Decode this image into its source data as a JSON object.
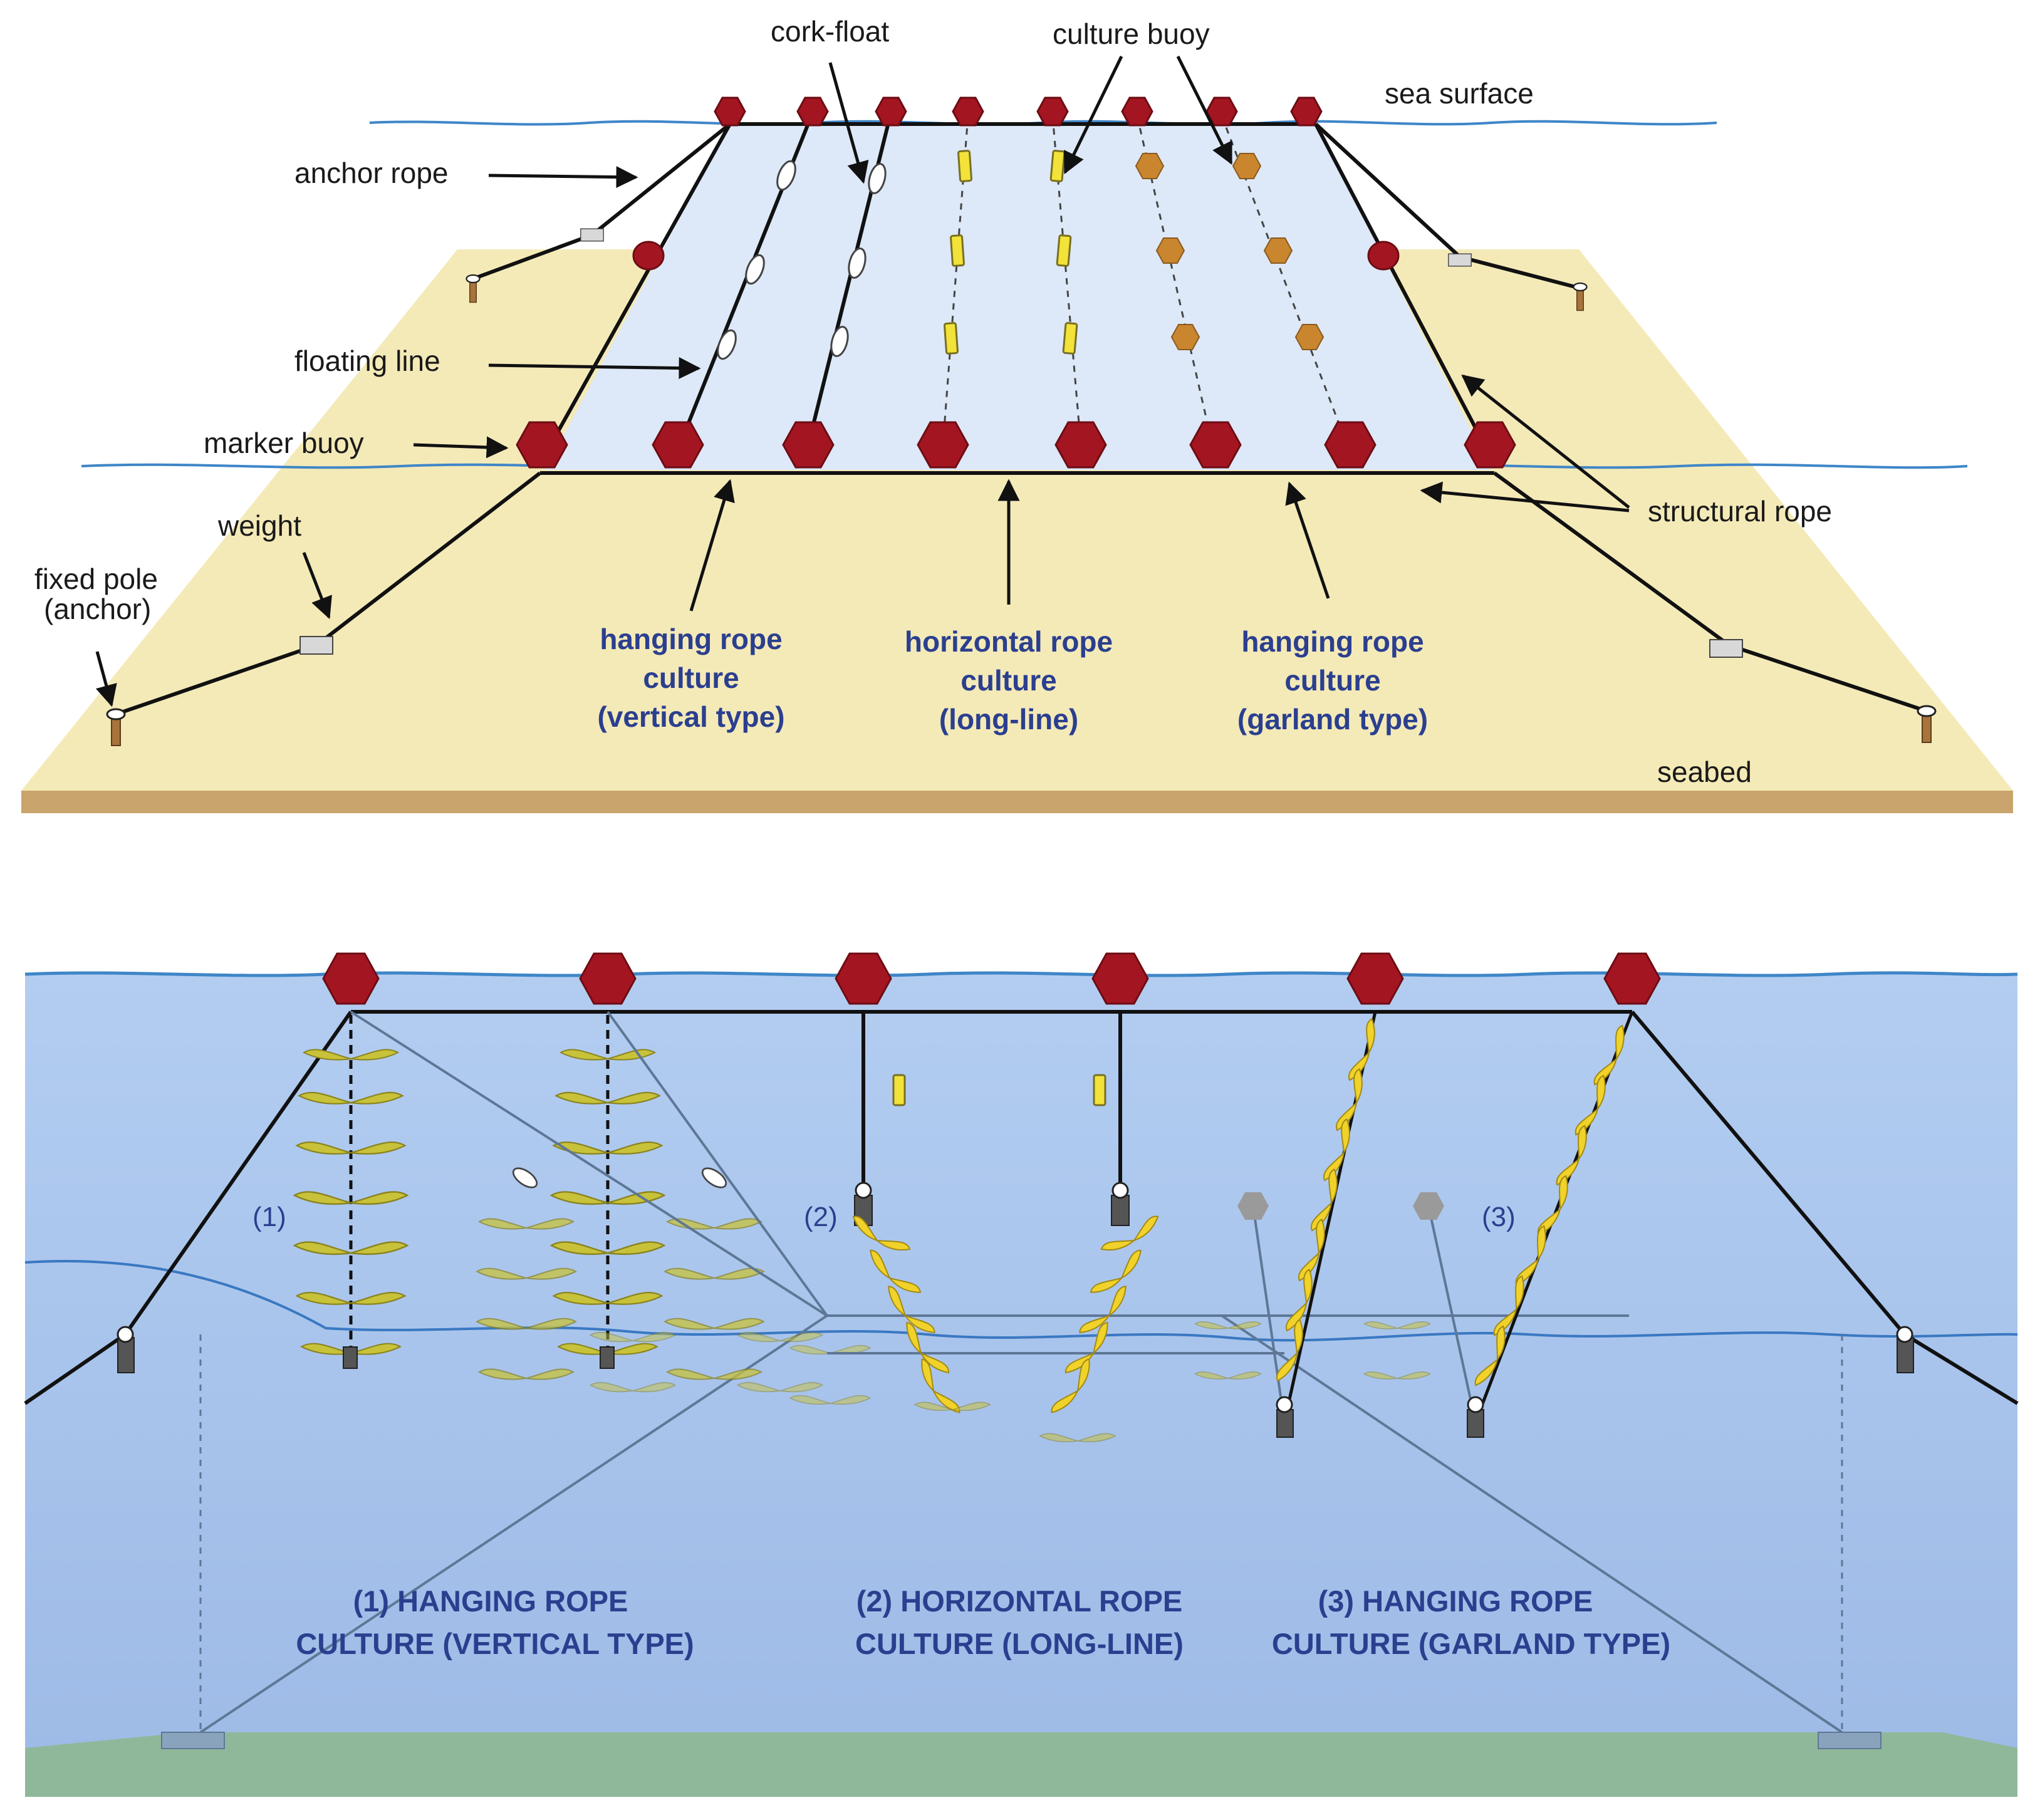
{
  "colors": {
    "seabed": "#f4eab8",
    "seabed_edge": "#c9a46c",
    "farm_area": "#dde8f8",
    "water_top": "#aec9ef",
    "water_deep": "#a0bde9",
    "sea_floor": "#8fb89a",
    "marker_buoy": "#a31621",
    "culture_buoy_yellow": "#f2e23a",
    "culture_buoy_orange": "#c9862f",
    "rope": "#111111",
    "label_blue": "#2b3f8f",
    "seaweed": "#c8c23a",
    "seaweed_garland": "#f0d22a"
  },
  "top_diagram": {
    "labels": {
      "cork_float": "cork-float",
      "culture_buoy": "culture buoy",
      "sea_surface": "sea surface",
      "anchor_rope": "anchor rope",
      "floating_line": "floating line",
      "marker_buoy": "marker buoy",
      "weight": "weight",
      "fixed_pole_1": "fixed pole",
      "fixed_pole_2": "(anchor)",
      "structural_rope": "structural rope",
      "seabed": "seabed"
    },
    "culture_types": [
      [
        "hanging rope",
        "culture",
        "(vertical type)"
      ],
      [
        "horizontal rope",
        "culture",
        "(long-line)"
      ],
      [
        "hanging rope",
        "culture",
        "(garland type)"
      ]
    ]
  },
  "bottom_diagram": {
    "numbers": [
      "(1)",
      "(2)",
      "(3)"
    ],
    "captions": [
      [
        "(1) HANGING ROPE",
        "CULTURE (VERTICAL TYPE)"
      ],
      [
        "(2) HORIZONTAL ROPE",
        "CULTURE (LONG-LINE)"
      ],
      [
        "(3) HANGING ROPE",
        "CULTURE (GARLAND TYPE)"
      ]
    ]
  }
}
